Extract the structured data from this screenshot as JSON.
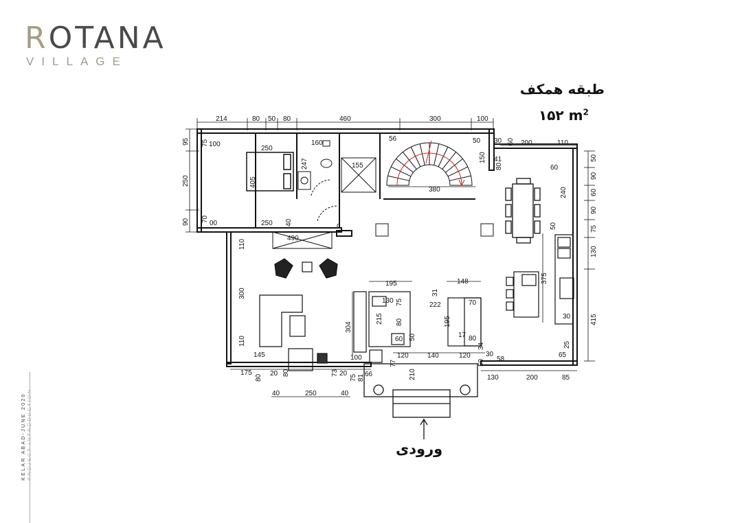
{
  "brand": {
    "name_first": "R",
    "name_rest": "OTANA",
    "sub": "VILLAGE"
  },
  "side": {
    "line1": "KELAR ABAD-JUNE 2020",
    "line2": "PROJECT INTRODUCTION"
  },
  "plan": {
    "title": "طبقه همکف",
    "area_value": "۱۵۲ m",
    "area_unit_sup": "2",
    "entry_label": "ورودی"
  },
  "dims": [
    "214",
    "80",
    "50",
    "80",
    "460",
    "300",
    "100",
    "95",
    "250",
    "90",
    "75",
    "100",
    "250",
    "160",
    "247",
    "155",
    "405",
    "70",
    "00",
    "250",
    "40",
    "0",
    "490",
    "56",
    "50",
    "30",
    "60",
    "200",
    "110",
    "150",
    "41",
    "80",
    "380",
    "60",
    "240",
    "50",
    "50",
    "90",
    "60",
    "90",
    "75",
    "130",
    "415",
    "110",
    "300",
    "110",
    "145",
    "175",
    "80",
    "20",
    "80",
    "250",
    "40",
    "40",
    "73",
    "20",
    "75",
    "81",
    "66",
    "195",
    "304",
    "130",
    "75",
    "215",
    "80",
    "60",
    "50",
    "222",
    "148",
    "31",
    "70",
    "195",
    "17",
    "80",
    "100",
    "120",
    "140",
    "120",
    "77",
    "210",
    "375",
    "30",
    "25",
    "65",
    "58",
    "34",
    "30",
    "50",
    "130",
    "200",
    "85"
  ],
  "colors": {
    "logo_accent": "#a59e84",
    "logo_text": "#4a4a4c",
    "stair_arrow": "#d12020"
  }
}
